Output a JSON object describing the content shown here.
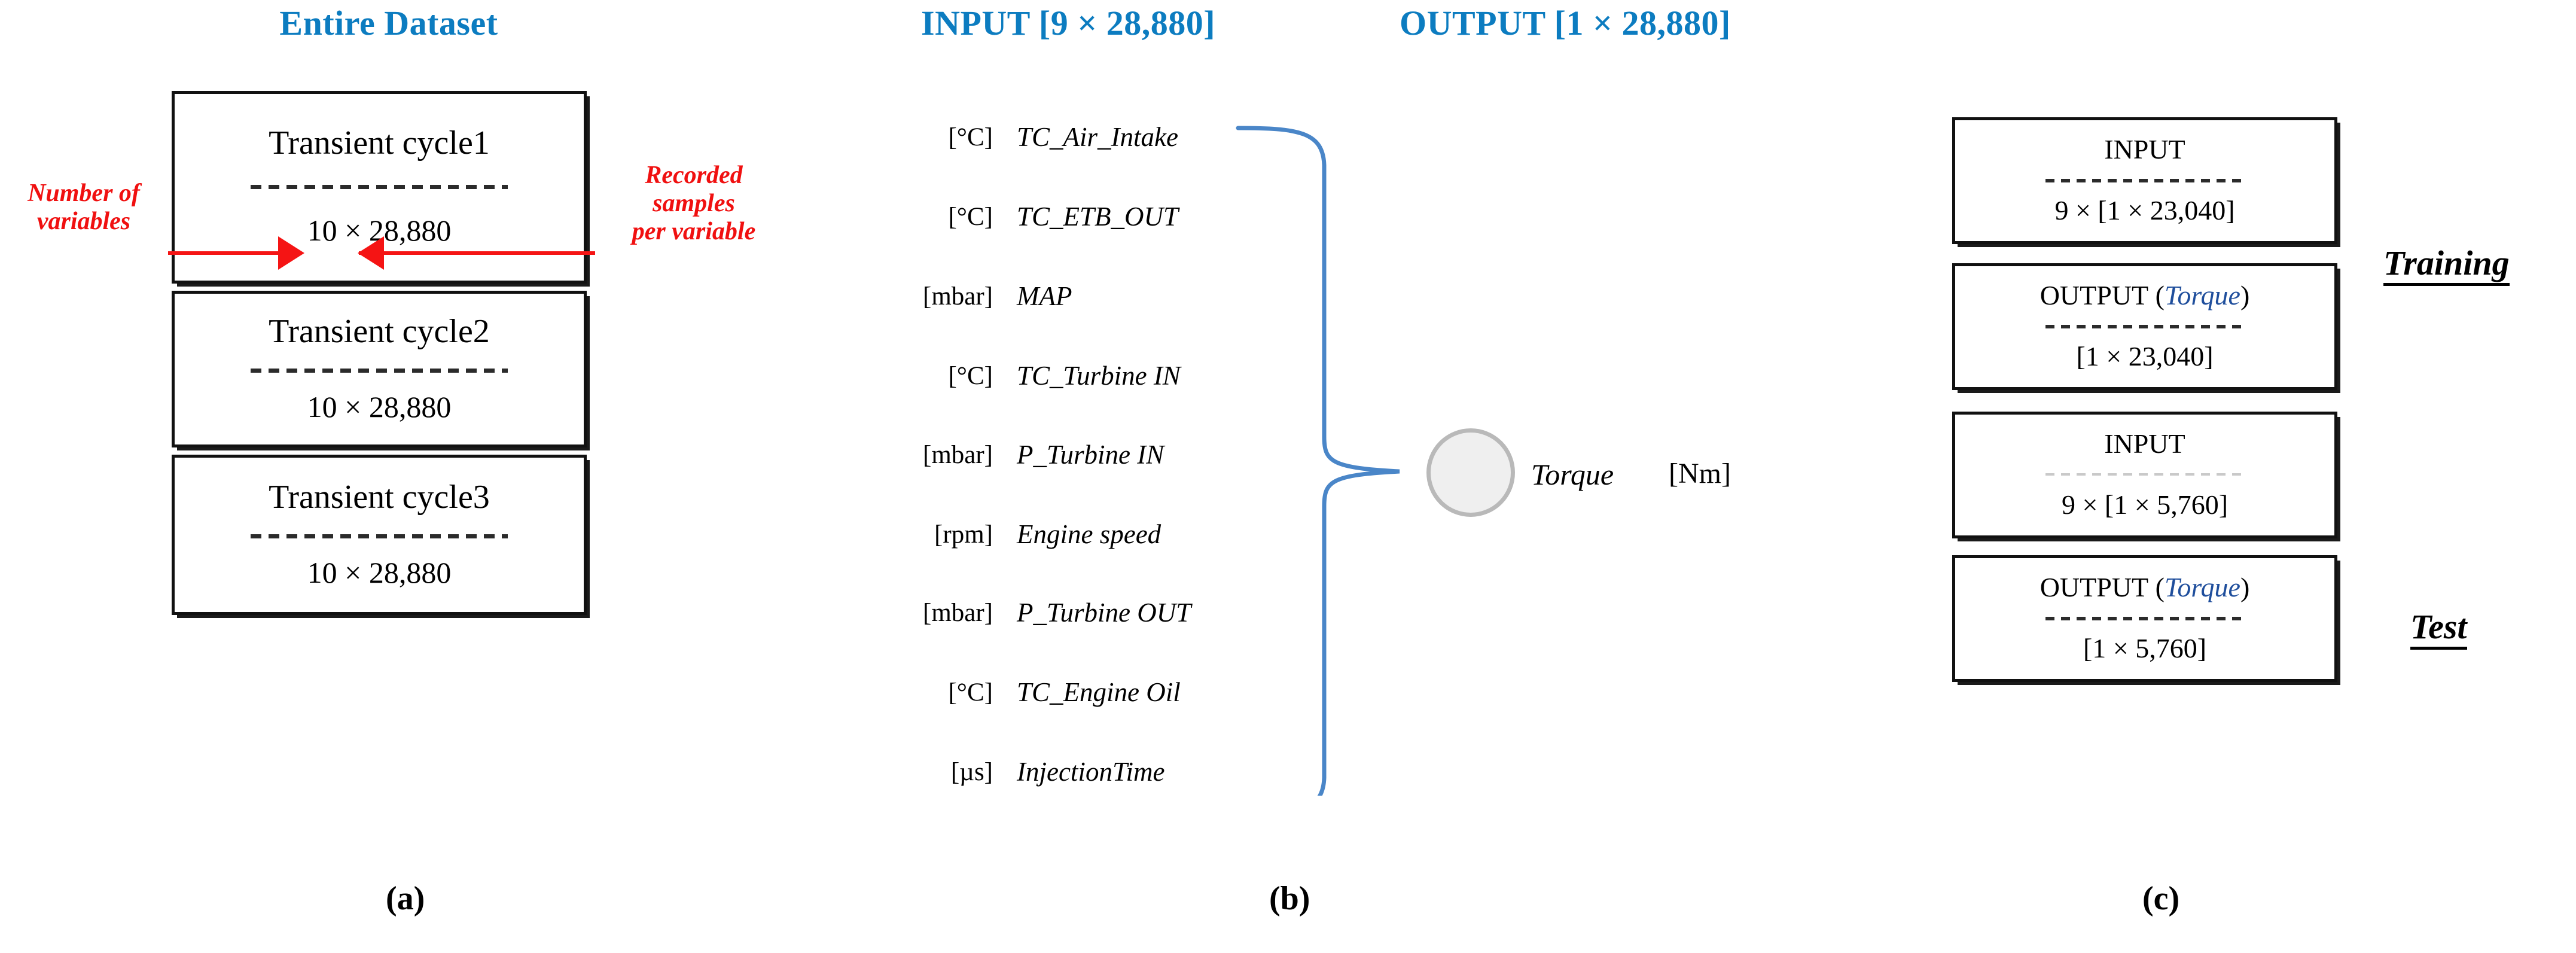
{
  "panel_a": {
    "title": "Entire Dataset",
    "title_color": "#0c7cc0",
    "caption": "(a)",
    "annotation_left": "Number of\nvariables",
    "annotation_left_lines": [
      "Number of",
      "variables"
    ],
    "annotation_right_lines": [
      "Recorded",
      "samples",
      "per variable"
    ],
    "annotation_color": "#f51414",
    "boxes": [
      {
        "title": "Transient cycle1",
        "dims": "10 × 28,880"
      },
      {
        "title": "Transient cycle2",
        "dims": "10 × 28,880"
      },
      {
        "title": "Transient cycle3",
        "dims": "10 × 28,880"
      }
    ]
  },
  "panel_b": {
    "caption": "(b)",
    "input_header": "INPUT  [9 × 28,880]",
    "output_header": "OUTPUT  [1 × 28,880]",
    "header_color": "#0c7cc0",
    "brace_color": "#4a86c8",
    "variables": [
      {
        "unit": "[°C]",
        "name": "TC_Air_Intake"
      },
      {
        "unit": "[°C]",
        "name": "TC_ETB_OUT"
      },
      {
        "unit": "[mbar]",
        "name": "MAP"
      },
      {
        "unit": "[°C]",
        "name": "TC_Turbine IN"
      },
      {
        "unit": "[mbar]",
        "name": "P_Turbine IN"
      },
      {
        "unit": "[rpm]",
        "name": "Engine speed"
      },
      {
        "unit": "[mbar]",
        "name": "P_Turbine OUT"
      },
      {
        "unit": "[°C]",
        "name": "TC_Engine Oil"
      },
      {
        "unit": "[µs]",
        "name": "InjectionTime"
      }
    ],
    "output_node": {
      "label": "Torque",
      "unit": "[Nm]",
      "fill": "#efefef",
      "stroke": "#b9b9b9"
    }
  },
  "panel_c": {
    "caption": "(c)",
    "torque_color": "#1f4e9c",
    "groups": [
      {
        "label": "Training",
        "boxes": [
          {
            "kind": "input",
            "title_main": "INPUT",
            "title_paren": "",
            "dims": "9 × [1 × 23,040]",
            "separator": "solid"
          },
          {
            "kind": "output",
            "title_main": "OUTPUT",
            "title_paren": "Torque",
            "dims": "[1 × 23,040]",
            "separator": "solid"
          }
        ]
      },
      {
        "label": "Test",
        "boxes": [
          {
            "kind": "input",
            "title_main": "INPUT",
            "title_paren": "",
            "dims": "9 × [1 × 5,760]",
            "separator": "faint"
          },
          {
            "kind": "output",
            "title_main": "OUTPUT",
            "title_paren": "Torque",
            "dims": "[1 × 5,760]",
            "separator": "solid"
          }
        ]
      }
    ]
  }
}
